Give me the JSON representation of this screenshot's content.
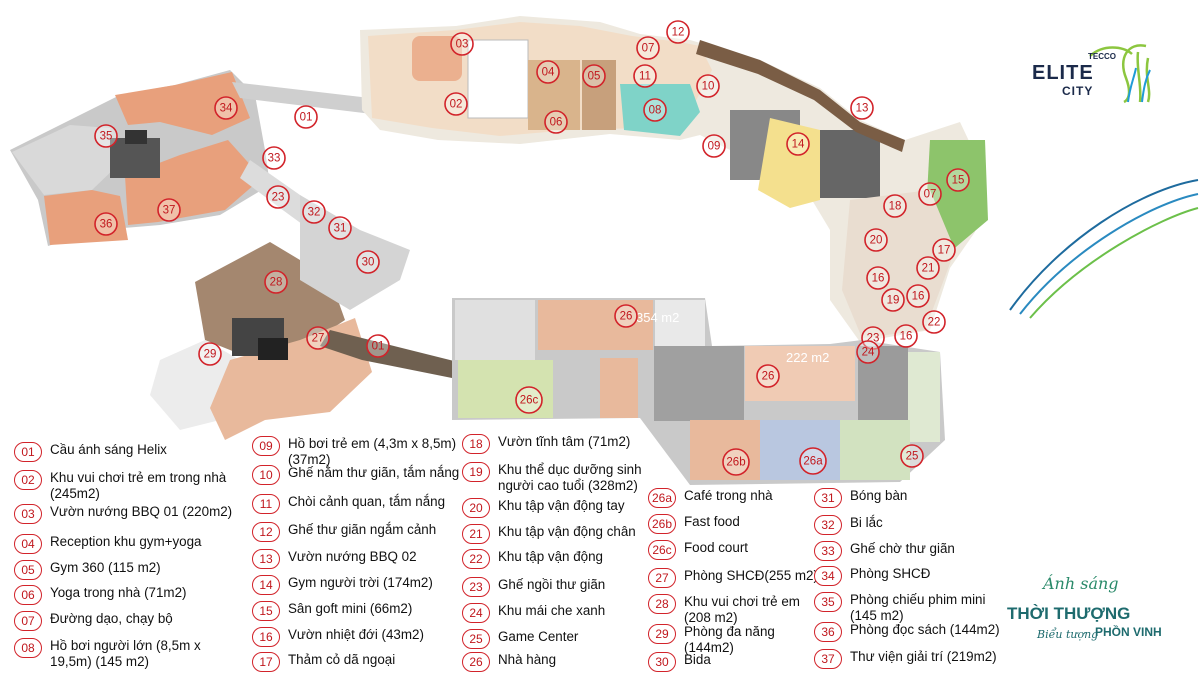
{
  "brand": {
    "small": "TECCO",
    "main": "ELITE",
    "sub": "CITY"
  },
  "tagline": {
    "line1": "Ánh sáng",
    "line2": "THỜI THƯỢNG",
    "line3": "Biểu tượng",
    "line4": "PHỒN VINH"
  },
  "plan_area_labels": {
    "restaurant_a": "354 m2",
    "restaurant_b": "222 m2"
  },
  "colors": {
    "marker": "#d2232a",
    "pool": "#7fd3c8",
    "lawn": "#8dc46b",
    "pink_block": "#e8b99c",
    "salmon_block": "#e8a07c",
    "brown_block": "#a4876f",
    "grey_block": "#9b9b9b"
  },
  "legend": [
    {
      "num": "01",
      "text": "Cầu ánh sáng Helix"
    },
    {
      "num": "02",
      "text": "Khu vui chơi trẻ em trong nhà (245m2)"
    },
    {
      "num": "03",
      "text": "Vườn nướng BBQ 01 (220m2)"
    },
    {
      "num": "04",
      "text": "Reception khu gym+yoga"
    },
    {
      "num": "05",
      "text": "Gym 360 (115 m2)"
    },
    {
      "num": "06",
      "text": "Yoga trong nhà (71m2)"
    },
    {
      "num": "07",
      "text": "Đường dạo, chạy bộ"
    },
    {
      "num": "08",
      "text": "Hồ bơi người lớn (8,5m x 19,5m) (145 m2)"
    },
    {
      "num": "09",
      "text": "Hồ bơi trẻ em (4,3m x 8,5m) (37m2)"
    },
    {
      "num": "10",
      "text": "Ghế nằm thư giãn, tắm nắng"
    },
    {
      "num": "11",
      "text": "Chòi cảnh quan, tắm nắng"
    },
    {
      "num": "12",
      "text": "Ghế thư giãn ngắm cảnh"
    },
    {
      "num": "13",
      "text": "Vườn nướng BBQ 02"
    },
    {
      "num": "14",
      "text": "Gym người trời (174m2)"
    },
    {
      "num": "15",
      "text": "Sân goft mini (66m2)"
    },
    {
      "num": "16",
      "text": "Vườn nhiệt đới (43m2)"
    },
    {
      "num": "17",
      "text": "Thảm cỏ dã ngoại"
    },
    {
      "num": "18",
      "text": "Vườn tĩnh tâm (71m2)"
    },
    {
      "num": "19",
      "text": "Khu thể dục dưỡng sinh người cao tuổi (328m2)"
    },
    {
      "num": "20",
      "text": "Khu tập vận động tay"
    },
    {
      "num": "21",
      "text": "Khu tập vận động chân"
    },
    {
      "num": "22",
      "text": "Khu tập vận động"
    },
    {
      "num": "23",
      "text": "Ghế ngồi thư giãn"
    },
    {
      "num": "24",
      "text": "Khu mái che xanh"
    },
    {
      "num": "25",
      "text": "Game Center"
    },
    {
      "num": "26",
      "text": "Nhà hàng"
    },
    {
      "num": "26a",
      "text": "Café trong nhà"
    },
    {
      "num": "26b",
      "text": "Fast food"
    },
    {
      "num": "26c",
      "text": "Food court"
    },
    {
      "num": "27",
      "text": "Phòng SHCĐ(255 m2)"
    },
    {
      "num": "28",
      "text": "Khu vui chơi trẻ em (208 m2)"
    },
    {
      "num": "29",
      "text": "Phòng đa năng (144m2)"
    },
    {
      "num": "30",
      "text": "Bida"
    },
    {
      "num": "31",
      "text": "Bóng bàn"
    },
    {
      "num": "32",
      "text": "Bi lắc"
    },
    {
      "num": "33",
      "text": "Ghế chờ thư giãn"
    },
    {
      "num": "34",
      "text": "Phòng SHCĐ"
    },
    {
      "num": "35",
      "text": "Phòng chiếu phim mini (145 m2)"
    },
    {
      "num": "36",
      "text": "Phòng đọc sách (144m2)"
    },
    {
      "num": "37",
      "text": "Thư viện giải trí (219m2)"
    }
  ],
  "markers": [
    "01",
    "01",
    "02",
    "03",
    "04",
    "05",
    "06",
    "07",
    "07",
    "08",
    "09",
    "10",
    "11",
    "12",
    "13",
    "14",
    "15",
    "16",
    "16",
    "16",
    "17",
    "18",
    "19",
    "20",
    "21",
    "22",
    "23",
    "23",
    "24",
    "25",
    "26",
    "26",
    "26a",
    "26b",
    "26c",
    "27",
    "28",
    "29",
    "30",
    "31",
    "32",
    "33",
    "34",
    "35",
    "36",
    "37"
  ]
}
